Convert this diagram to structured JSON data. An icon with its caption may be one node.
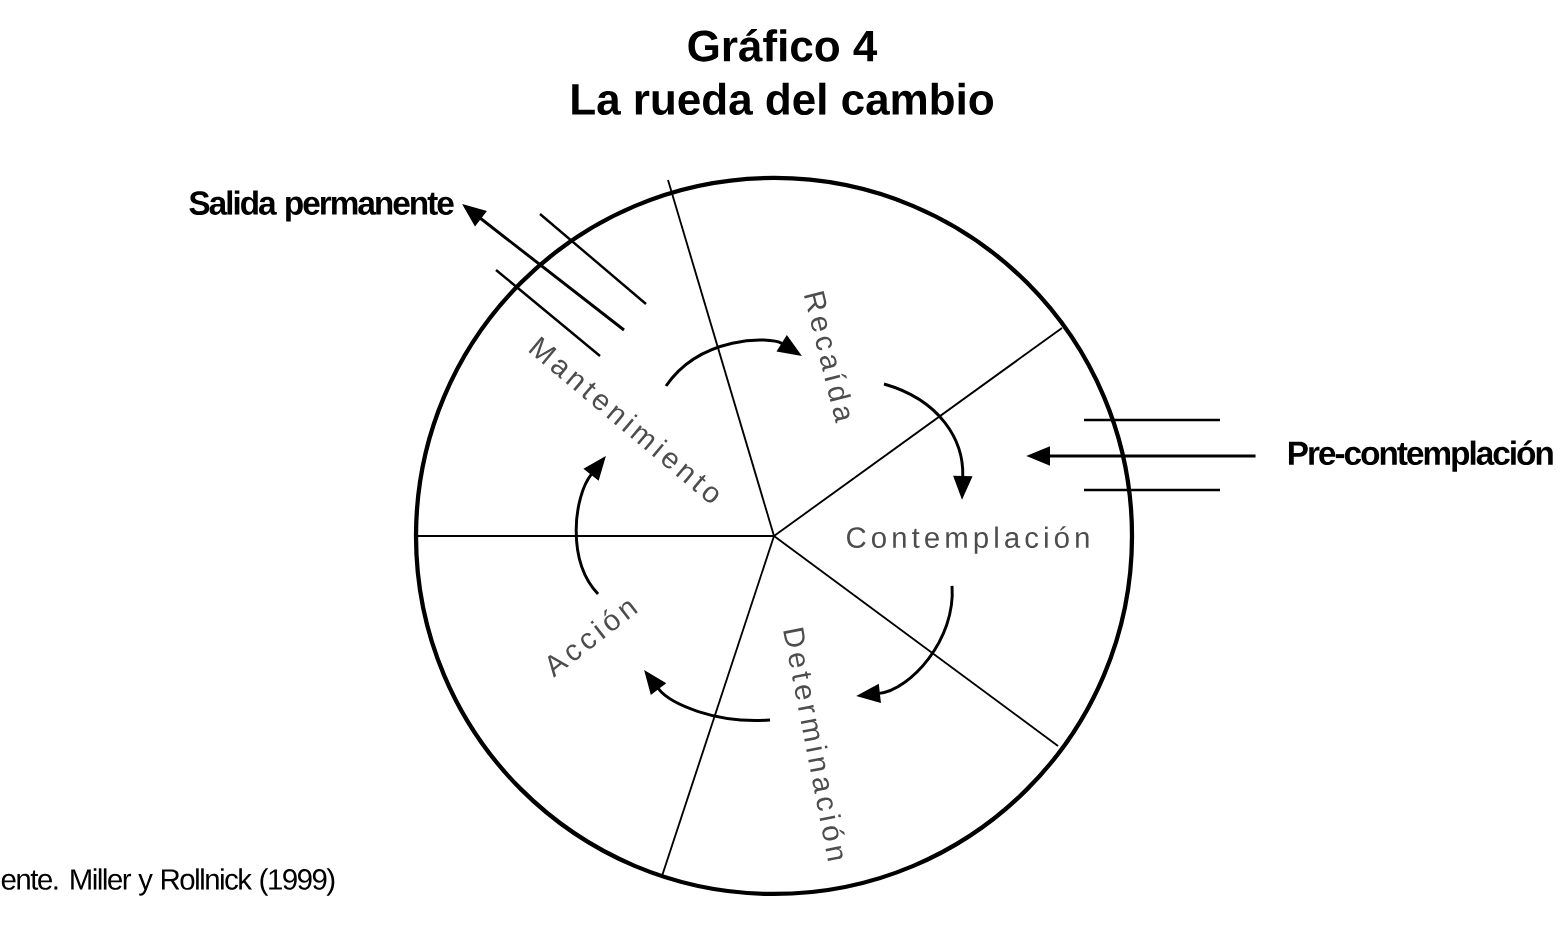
{
  "diagram": {
    "title": "Gráfico 4 La rueda del cambio",
    "caption": "ente. Miller y Rollnick (1999)",
    "nodes": [
      {
        "text": [],
        "shape": "circle"
      },
      {
        "text": [
          "Mantenimiento"
        ],
        "in": 0
      },
      {
        "text": [
          "Recaída"
        ],
        "in": 0
      },
      {
        "text": [
          "Contemplación"
        ],
        "in": 0
      },
      {
        "text": [
          "Determinación"
        ],
        "in": 0
      },
      {
        "text": [
          "Acción"
        ],
        "in": 0
      },
      {
        "text": [
          "Salida permanente"
        ]
      },
      {
        "text": [
          "Pre-contemplación"
        ]
      }
    ],
    "edges": [
      {
        "from": 1,
        "to": 2,
        "arrow": "to"
      },
      {
        "from": 2,
        "to": 3,
        "arrow": "to"
      },
      {
        "from": 3,
        "to": 4,
        "arrow": "to"
      },
      {
        "from": 4,
        "to": 5,
        "arrow": "to"
      },
      {
        "from": 5,
        "to": 1,
        "arrow": "to"
      },
      {
        "from": 1,
        "to": 6,
        "arrow": "to"
      },
      {
        "from": 7,
        "to": 3,
        "arrow": "to"
      }
    ]
  }
}
